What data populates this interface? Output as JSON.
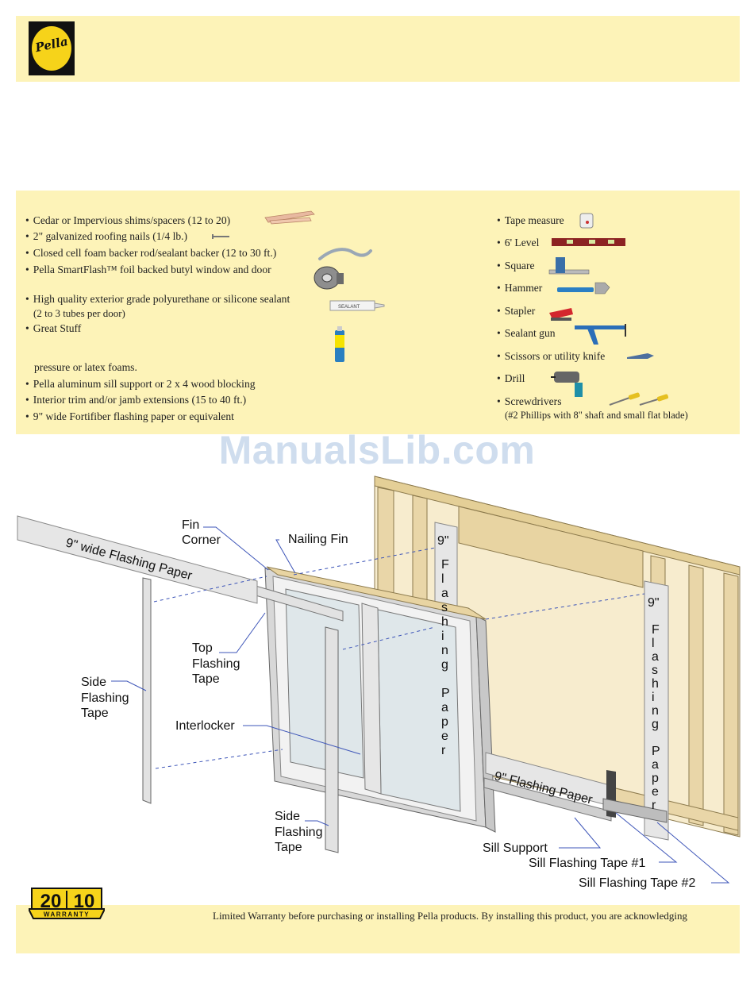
{
  "brand": {
    "logo_text": "Pella"
  },
  "materials_left": [
    "Cedar or Impervious shims/spacers (12 to 20)",
    "2\" galvanized roofing nails (1/4 lb.)",
    "Closed cell foam backer rod/sealant backer (12 to 30 ft.)",
    "Pella   SmartFlash™ foil backed butyl window and door",
    "High quality exterior grade polyurethane or silicone sealant",
    "(2 to 3 tubes per door)",
    "Great Stuff",
    "pressure or latex foams.",
    "Pella aluminum sill support or 2 x 4 wood blocking",
    "Interior trim and/or jamb extensions (15 to 40 ft.)",
    "9\" wide Fortifiber flashing paper or equivalent"
  ],
  "tools_right": [
    "Tape measure",
    "6' Level",
    "Square",
    "Hammer",
    "Stapler",
    "Sealant gun",
    "Scissors or utility knife",
    "Drill",
    "Screwdrivers",
    "(#2 Phillips with 8\" shaft and small flat blade)"
  ],
  "sealant_tube_label": "SEALANT",
  "watermark": "ManualsLib.com",
  "diagram_labels": {
    "fin": "Fin",
    "corner": "Corner",
    "nailing_fin": "Nailing Fin",
    "wide_flashing_paper": "9\" wide Flashing Paper",
    "top": "Top",
    "flashing": "Flashing",
    "tape": "Tape",
    "side": "Side",
    "interlocker": "Interlocker",
    "sill_flashing_paper": "9\" Flashing Paper",
    "sill_support": "Sill Support",
    "sill_tape_1": "Sill Flashing Tape #1",
    "sill_tape_2": "Sill Flashing Tape #2",
    "nine": "9\"",
    "flashing_paper_vertical": "Flashing Paper"
  },
  "warranty": {
    "number_left": "20",
    "number_right": "10",
    "word": "WARRANTY"
  },
  "footer": {
    "text": "Limited Warranty before purchasing or installing Pella products. By installing this product, you are acknowledging"
  },
  "colors": {
    "band": "#fdf3b8",
    "logo_yellow": "#f6d31a",
    "wood": "#e9d6a8",
    "frame": "#cfcfcf"
  }
}
